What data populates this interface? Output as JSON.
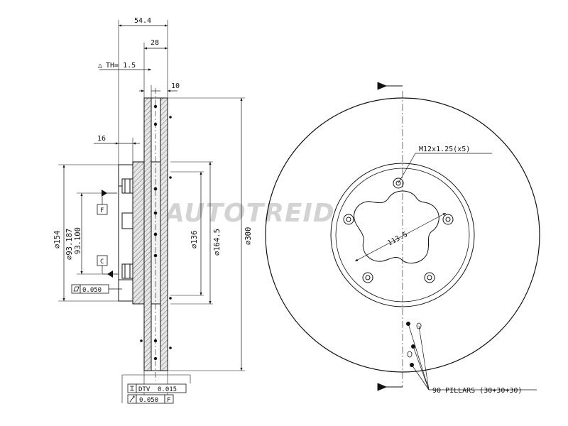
{
  "side_view": {
    "dims": {
      "overall_width": "54.4",
      "hub_width": "28",
      "th_label": "TH= 1.5",
      "vent": "10",
      "flange": "16"
    },
    "diameters": {
      "d154": "154",
      "d93_187": "93.187",
      "d93_100": "93.100",
      "d136": "136",
      "d164_5": "164.5",
      "d300": "300"
    },
    "datums": {
      "f": "F",
      "c": "C"
    },
    "tolerances": {
      "flatness_value": "0.050",
      "dtv_label": "DTV",
      "dtv_value": "0.015",
      "runout_value": "0.050",
      "runout_datum": "F"
    }
  },
  "front_view": {
    "bolt_thread": "M12x1.25(x5)",
    "pcd": "113.5",
    "pillars": "90 PILLARS (30+30+30)"
  },
  "watermark": "AUTOTREID"
}
